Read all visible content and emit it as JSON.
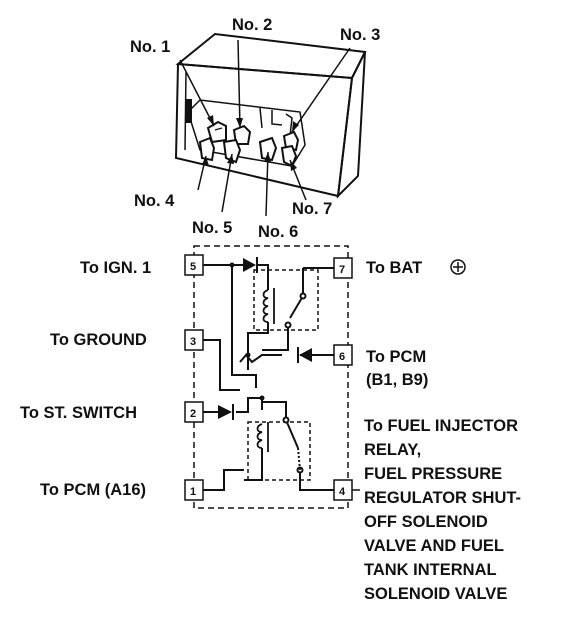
{
  "connector": {
    "labels": {
      "no1": "No. 1",
      "no2": "No. 2",
      "no3": "No. 3",
      "no4": "No. 4",
      "no5": "No. 5",
      "no6": "No. 6",
      "no7": "No. 7"
    }
  },
  "pins": {
    "p5": "5",
    "p3": "3",
    "p2": "2",
    "p1": "1",
    "p7": "7",
    "p6": "6",
    "p4": "4"
  },
  "terminals": {
    "ign": "To IGN. 1",
    "ground": "To GROUND",
    "st_switch": "To ST. SWITCH",
    "pcm_a16": "To PCM (A16)",
    "bat": "To BAT",
    "pcm_b": "To PCM",
    "pcm_b_pins": "(B1, B9)",
    "fuel_lines": [
      "To FUEL INJECTOR",
      "RELAY,",
      "FUEL PRESSURE",
      "REGULATOR SHUT-",
      "OFF SOLENOID",
      "VALVE AND FUEL",
      "TANK INTERNAL",
      "SOLENOID VALVE"
    ]
  },
  "icons": {
    "bat_symbol": "circled-plus",
    "diode": "diode",
    "coil": "relay-coil",
    "switch": "relay-switch"
  }
}
